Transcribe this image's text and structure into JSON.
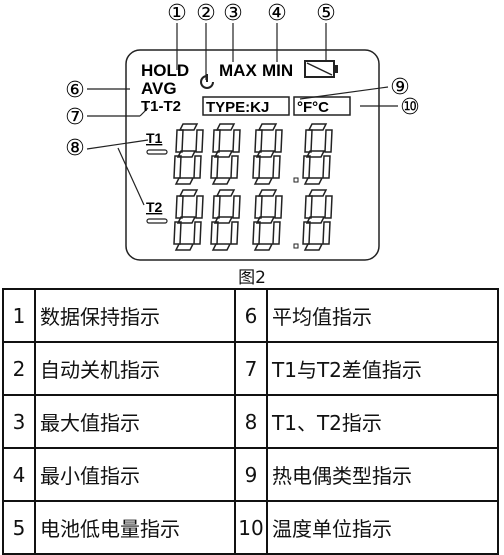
{
  "diagram": {
    "callouts": [
      "①",
      "②",
      "③",
      "④",
      "⑤",
      "⑥",
      "⑦",
      "⑧",
      "⑨",
      "⑩"
    ],
    "lcd_labels": {
      "hold": "HOLD",
      "max": "MAX",
      "min": "MIN",
      "avg": "AVG",
      "t1t2": "T1-T2",
      "type": "TYPE:KJ",
      "unit": "°F°C",
      "t1": "T1",
      "t2": "T2"
    },
    "icons": {
      "auto_power_off": "auto-power-off-icon",
      "battery": "battery-icon"
    },
    "caption": "图2"
  },
  "legend": {
    "rows": [
      {
        "n1": "1",
        "t1": "数据保持指示",
        "n2": "6",
        "t2": "平均值指示"
      },
      {
        "n1": "2",
        "t1": "自动关机指示",
        "n2": "7",
        "t2": "T1与T2差值指示"
      },
      {
        "n1": "3",
        "t1": "最大值指示",
        "n2": "8",
        "t2": "T1、T2指示"
      },
      {
        "n1": "4",
        "t1": "最小值指示",
        "n2": "9",
        "t2": "热电偶类型指示"
      },
      {
        "n1": "5",
        "t1": "电池低电量指示",
        "n2": "10",
        "t2": "温度单位指示"
      }
    ]
  }
}
